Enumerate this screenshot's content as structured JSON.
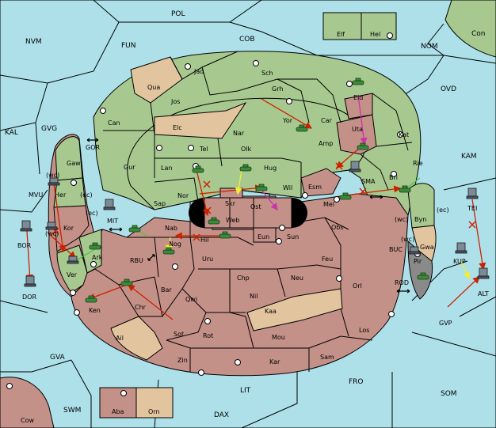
{
  "colors": {
    "sea": "#aee0ea",
    "green": "#a7c990",
    "red": "#c49188",
    "tan": "#e2c59f",
    "gray": "#8a8a8a",
    "border": "#000000",
    "arrow_red": "#cc2200",
    "arrow_green": "#44cc33",
    "arrow_yellow": "#eeee33",
    "arrow_magenta": "#cc33aa"
  },
  "labels": {
    "POL": "POL",
    "NVM": "NVM",
    "FUN": "FUN",
    "COB": "COB",
    "Elf": "Elf",
    "Hel": "Hel",
    "NOM": "NOM",
    "Con": "Con",
    "OVD": "OVD",
    "KAL": "KAL",
    "GVG": "GVG",
    "KAM": "KAM",
    "Jad": "Jad",
    "Sch": "Sch",
    "Qua": "Qua",
    "Jos": "Jos",
    "Grh": "Grh",
    "Eld": "Eld",
    "Can": "Can",
    "Elc": "Elc",
    "Yor": "Yor",
    "Car": "Car",
    "Uta": "Uta",
    "Kat": "Kat",
    "Nar": "Nar",
    "Tel": "Tel",
    "Olk": "Olk",
    "Amp": "Amp",
    "GOR": "GOR",
    "Gaw": "Gaw",
    "Gur": "Gur",
    "Lan": "Lan",
    "Hug": "Hug",
    "Rie": "Rie",
    "Bri": "Bri",
    "SMA": "SMA",
    "Esm": "Esm",
    "Wil": "Wil",
    "MVU": "MVU",
    "Her": "Her",
    "Nor": "Nor",
    "Skr": "Skr",
    "Mel": "Mel",
    "Sap": "Sap",
    "Ost": "Ost",
    "Web": "Web",
    "Byn": "Byn",
    "TEI": "TEI",
    "MIT": "MIT",
    "Kor": "Kor",
    "Nab": "Nab",
    "Obs": "Obs",
    "Gwa": "Gwa",
    "BOR": "BOR",
    "Eun": "Eun",
    "Sun": "Sun",
    "Hil": "Hil",
    "Nog": "Nog",
    "Ark": "Ark",
    "BUC": "BUC",
    "KUP": "KUP",
    "RBU": "RBU",
    "Uru": "Uru",
    "Feu": "Feu",
    "Pir": "Pir",
    "Ver": "Ver",
    "Chp": "Chp",
    "Neu": "Neu",
    "Orl": "Orl",
    "ALT": "ALT",
    "DOR": "DOR",
    "Bar": "Bar",
    "Qwi": "Qwi",
    "Nil": "Nil",
    "ROD": "ROD",
    "Ken": "Ken",
    "Chr": "Chr",
    "Kaa": "Kaa",
    "GVP": "GVP",
    "Sot": "Sot",
    "Rot": "Rot",
    "Los": "Los",
    "Ail": "Ail",
    "Mou": "Mou",
    "GVA": "GVA",
    "Zin": "Zin",
    "Kar": "Kar",
    "Sam": "Sam",
    "FRO": "FRO",
    "LIT": "LIT",
    "SOM": "SOM",
    "Aba": "Aba",
    "Orn": "Orn",
    "SWM": "SWM",
    "DAX": "DAX",
    "Cow": "Cow"
  },
  "coast_marks": {
    "wc1": "(wc)",
    "ec1": "(ec)",
    "ec2": "(ec)",
    "wc2": "(wc)",
    "wc3": "(wc)",
    "ec3": "(ec)",
    "wc4": "(wc)"
  }
}
